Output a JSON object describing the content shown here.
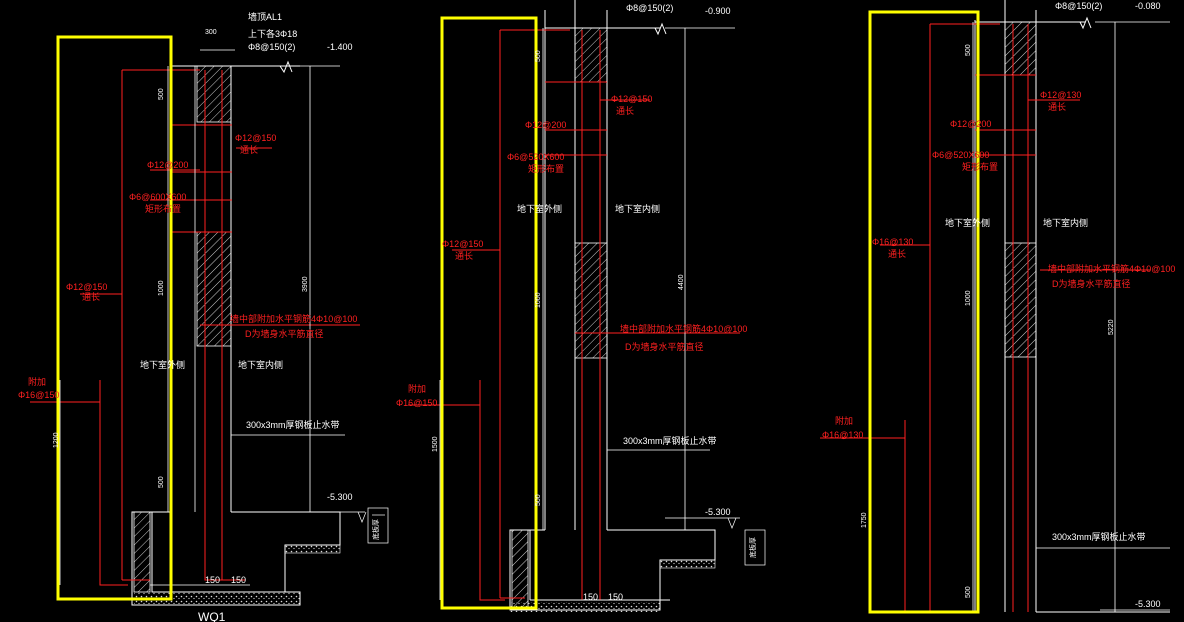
{
  "colors": {
    "background": "#000000",
    "outline": "#ffffff",
    "red_annotation": "#ff2020",
    "highlight_box": "#ffff00",
    "hatch": "#d0d0d0"
  },
  "panels": [
    {
      "id": "left",
      "top_elev": "-1.400",
      "bottom_elev": "-5.300",
      "beam_label": "墙顶AL1",
      "beam_bars": "上下各3Φ18",
      "beam_stirrup": "Φ8@150(2)",
      "wall_width": "300",
      "top_dim": "500",
      "mid_dim": "1000",
      "bottom_dim": "500",
      "total_height": "3900",
      "left_total": "1200",
      "outer_vertical": "Φ12@150",
      "outer_note": "通长",
      "horizontal_bar": "Φ12@200",
      "tie_bar": "Φ6@600X600",
      "tie_note": "矩形布置",
      "inner_vertical": "Φ12@150",
      "inner_note": "通长",
      "add_note": "附加",
      "add_bar": "Φ16@150",
      "red_note1": "墙中部附加水平钢筋4Φ10@100",
      "red_note2": "D为墙身水平筋直径",
      "outer_side": "地下室外侧",
      "inner_side": "地下室内侧",
      "waterstop": "300x3mm厚钢板止水带",
      "dim150a": "150",
      "dim150b": "150",
      "soil_label": "底板厚",
      "title": "WQ1"
    },
    {
      "id": "middle",
      "top_elev": "-0.900",
      "bottom_elev": "-5.300",
      "beam_stirrup": "Φ8@150(2)",
      "top_dim": "500",
      "mid_dim": "1000",
      "bottom_dim": "500",
      "total_height": "4400",
      "left_total": "1500",
      "inner_vertical": "Φ12@150",
      "inner_note": "通长",
      "horizontal_bar": "Φ12@200",
      "tie_bar": "Φ6@520X600",
      "tie_note": "矩形布置",
      "outer_vertical": "Φ12@150",
      "outer_note": "通长",
      "add_note": "附加",
      "add_bar": "Φ16@150",
      "red_note1": "墙中部附加水平钢筋4Φ10@100",
      "red_note2": "D为墙身水平筋直径",
      "outer_side": "地下室外侧",
      "inner_side": "地下室内侧",
      "waterstop": "300x3mm厚钢板止水带",
      "dim150a": "150",
      "dim150b": "150",
      "soil_label": "底板厚"
    },
    {
      "id": "right",
      "top_elev": "-0.080",
      "bottom_elev": "-5.300",
      "beam_stirrup": "Φ8@150(2)",
      "top_dim": "500",
      "mid_dim": "1000",
      "bottom_dim": "500",
      "total_height": "5220",
      "left_total": "1750",
      "inner_vertical": "Φ12@130",
      "inner_note": "通长",
      "horizontal_bar": "Φ12@200",
      "tie_bar": "Φ6@520X600",
      "tie_note": "矩形布置",
      "outer_vertical": "Φ16@130",
      "outer_note": "通长",
      "add_note": "附加",
      "add_bar": "Φ16@130",
      "red_note1": "墙中部附加水平钢筋4Φ10@100",
      "red_note2": "D为墙身水平筋直径",
      "outer_side": "地下室外侧",
      "inner_side": "地下室内侧",
      "waterstop": "300x3mm厚钢板止水带"
    }
  ]
}
